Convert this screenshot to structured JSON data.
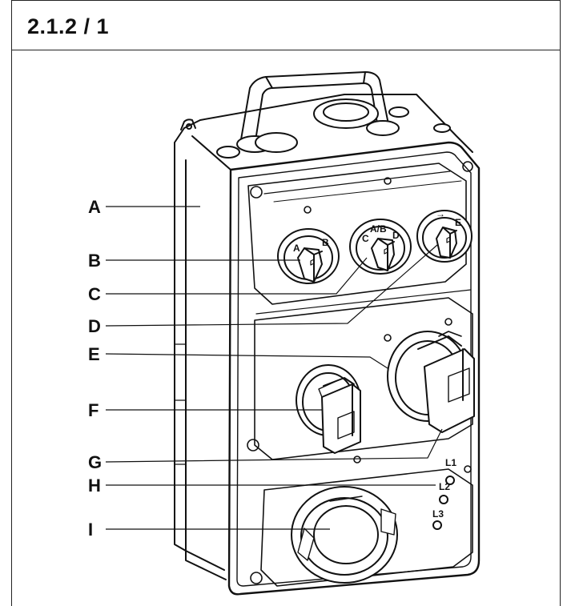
{
  "figure": {
    "title": "2.1.2 / 1"
  },
  "callouts": [
    {
      "letter": "A"
    },
    {
      "letter": "B"
    },
    {
      "letter": "C"
    },
    {
      "letter": "D"
    },
    {
      "letter": "E"
    },
    {
      "letter": "F"
    },
    {
      "letter": "G"
    },
    {
      "letter": "H"
    },
    {
      "letter": "I"
    }
  ],
  "switch_labels": {
    "s1_left": "A",
    "s1_right": "B",
    "s2_left": "C",
    "s2_top": "A/B",
    "s2_right": "D",
    "s3_right": "E",
    "s3_arrow": "→"
  },
  "lamp_labels": [
    "L1",
    "L2",
    "L3"
  ]
}
